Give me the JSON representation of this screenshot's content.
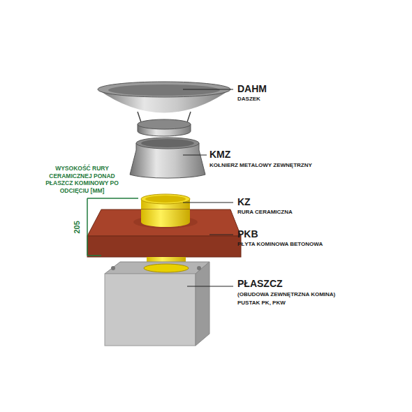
{
  "diagram": {
    "labels": [
      "DAHM",
      "DASZEK",
      "KMZ",
      "KOŁNIERZ METALOWY ZEWNĘTRZNY",
      "WYSOKOŚĆ RURY CERAMICZNEJ PONAD PŁASZCZ KOMINOWY PO ODCIĘCIU [MM]",
      "KZ",
      "RURA CERAMICZNA",
      "205",
      "PKB",
      "PŁYTA KOMINOWA BETONOWA",
      "PŁASZCZ",
      "(OBUDOWA ZEWNĘTRZNA KOMINA)",
      "PUSTAK PK, PKW"
    ]
  }
}
